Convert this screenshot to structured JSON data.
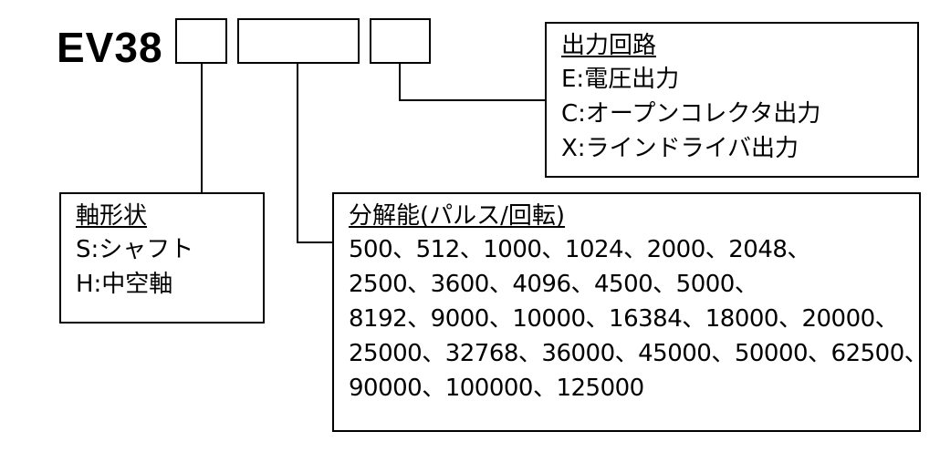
{
  "model": "EV38",
  "output_circuit": {
    "title": "出力回路",
    "items": [
      "E:電圧出力",
      "C:オープンコレクタ出力",
      "X:ラインドライバ出力"
    ]
  },
  "shaft_shape": {
    "title": "軸形状",
    "items": [
      "S:シャフト",
      "H:中空軸"
    ]
  },
  "resolution": {
    "title": "分解能(パルス/回転)",
    "lines": [
      "500、512、1000、1024、2000、2048、",
      "2500、3600、4096、4500、5000、",
      "8192、9000、10000、16384、18000、20000、",
      "25000、32768、36000、45000、50000、62500、",
      "90000、100000、125000"
    ]
  }
}
